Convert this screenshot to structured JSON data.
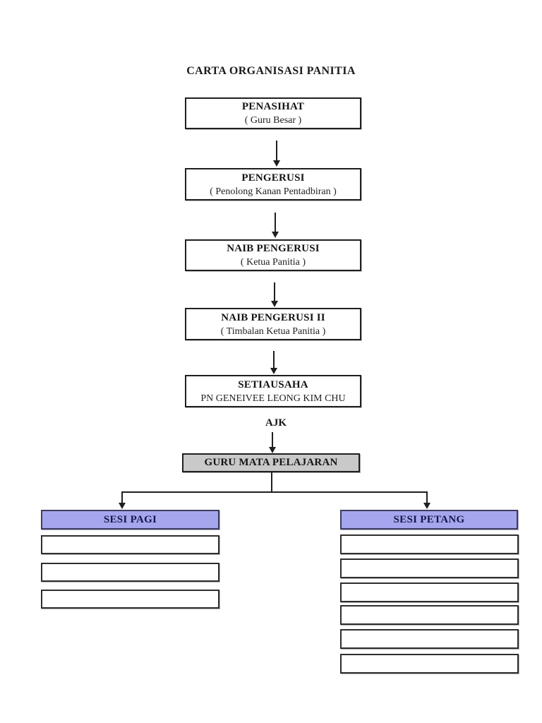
{
  "title": "CARTA ORGANISASI PANITIA",
  "hierarchy": [
    {
      "role": "PENASIHAT",
      "subtitle": "( Guru Besar )"
    },
    {
      "role": "PENGERUSI",
      "subtitle": "( Penolong Kanan Pentadbiran )"
    },
    {
      "role": "NAIB PENGERUSI",
      "subtitle": "( Ketua Panitia )"
    },
    {
      "role": "NAIB PENGERUSI II",
      "subtitle": "( Timbalan Ketua Panitia )"
    },
    {
      "role": "SETIAUSAHA",
      "subtitle": "PN GENEIVEE LEONG KIM CHU"
    }
  ],
  "ajk_label": "AJK",
  "guru_label": "GURU MATA PELAJARAN",
  "sessions": [
    {
      "label": "SESI PAGI",
      "empty_slots": 3
    },
    {
      "label": "SESI PETANG",
      "empty_slots": 6
    }
  ],
  "colors": {
    "session_header_fill": "#a6a6ee",
    "session_header_text": "#16164a",
    "guru_box_fill": "#c9c9c9",
    "line_color": "#1f1f1f"
  }
}
